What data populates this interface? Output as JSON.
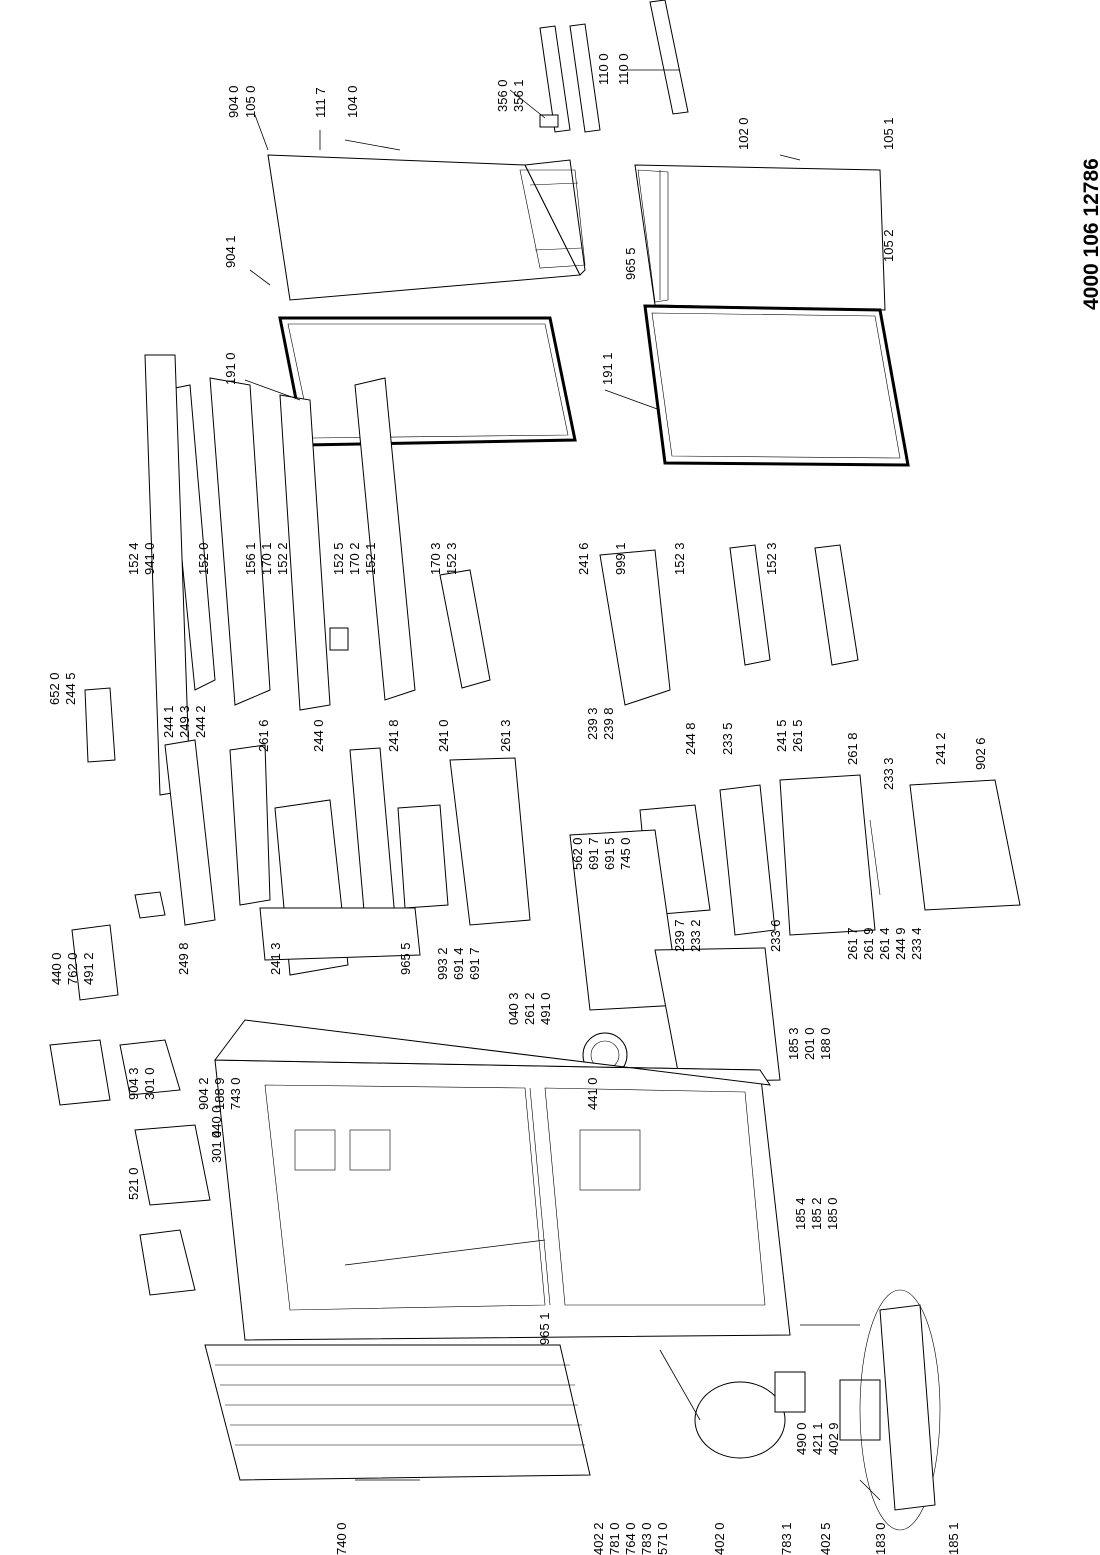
{
  "document_number": "4000 106 12786",
  "labels": [
    "904 0",
    "105 0",
    "111 7",
    "104 0",
    "356 0",
    "356 1",
    "110 0",
    "110 0",
    "102 0",
    "105 1",
    "904 1",
    "965 5",
    "105 2",
    "191 0",
    "191 1",
    "152 4",
    "941 0",
    "152 0",
    "156 1",
    "170 1",
    "152 2",
    "152 5",
    "170 2",
    "152 1",
    "170 3",
    "152 3",
    "241 6",
    "999 1",
    "152 3",
    "152 3",
    "652 0",
    "244 5",
    "244 1",
    "249 3",
    "244 2",
    "261 6",
    "244 0",
    "241 8",
    "241 0",
    "261 3",
    "239 3",
    "239 8",
    "244 8",
    "233 5",
    "241 5",
    "261 5",
    "261 8",
    "233 3",
    "241 2",
    "902 6",
    "562 0",
    "691 7",
    "691 5",
    "745 0",
    "239 7",
    "233 2",
    "233 6",
    "261 7",
    "261 9",
    "261 4",
    "244 9",
    "233 4",
    "440 0",
    "762 0",
    "491 2",
    "249 8",
    "241 3",
    "965 5",
    "993 2",
    "691 4",
    "691 7",
    "040 3",
    "261 2",
    "491 0",
    "441 0",
    "185 3",
    "201 0",
    "188 0",
    "904 3",
    "301 0",
    "904 2",
    "188 9",
    "743 0",
    "040 0",
    "301 4",
    "521 0",
    "185 4",
    "185 2",
    "185 0",
    "965 1",
    "740 0",
    "490 0",
    "421 1",
    "402 9",
    "402 2",
    "781 0",
    "764 0",
    "783 0",
    "571 0",
    "402 0",
    "783 1",
    "402 5",
    "183 0",
    "185 1"
  ]
}
